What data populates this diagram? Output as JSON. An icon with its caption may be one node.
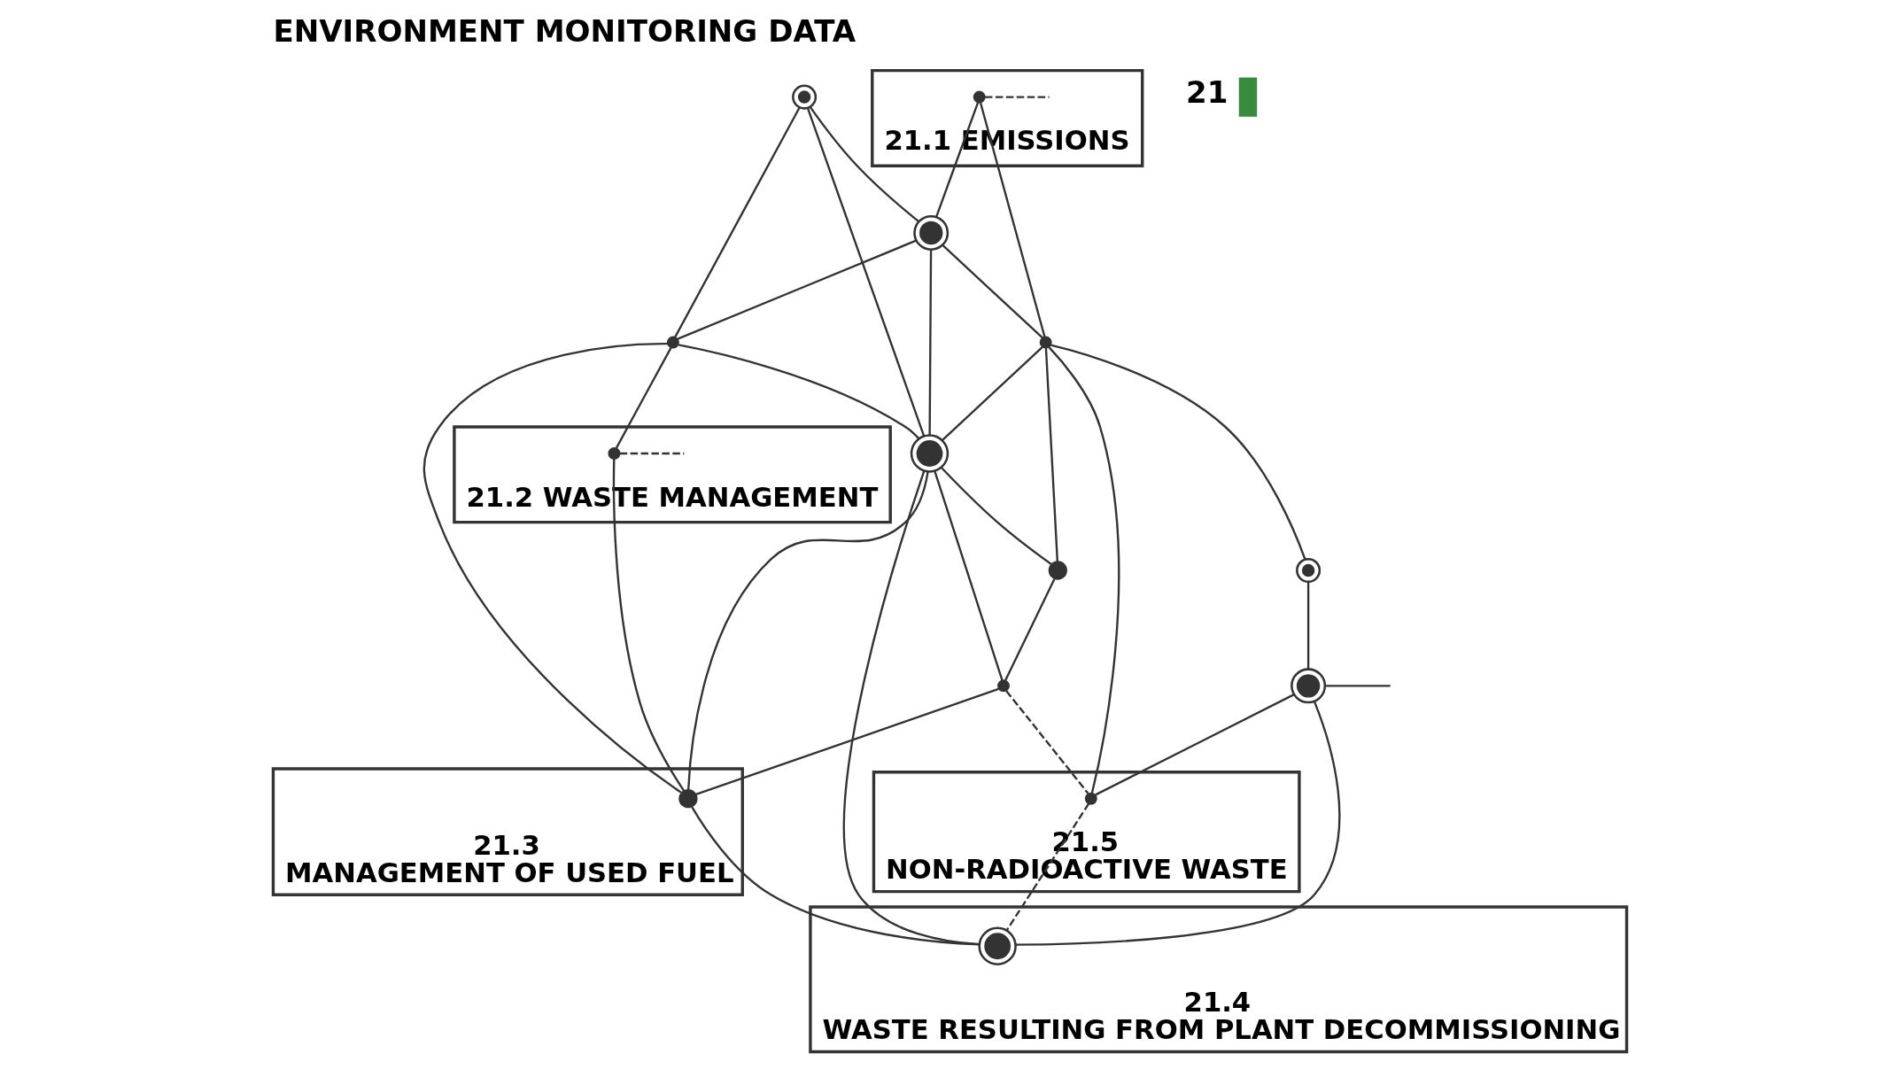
{
  "diagram": {
    "title": "ENVIRONMENT MONITORING DATA",
    "nodes": [
      {
        "text": [],
        "shape": "ring"
      },
      {
        "text": [
          "21.2 WASTE MANAGEMENT"
        ]
      },
      {
        "text": [],
        "shape": "dot",
        "in": 1
      },
      {
        "text": [],
        "shape": "dot"
      },
      {
        "text": [],
        "shape": "ring"
      },
      {
        "text": [
          "21.1 EMISSIONS"
        ]
      },
      {
        "text": [],
        "shape": "dot",
        "in": 5
      },
      {
        "text": [],
        "shape": "ring"
      },
      {
        "text": [
          "21.3",
          "MANAGEMENT OF USED FUEL"
        ]
      },
      {
        "text": [],
        "shape": "dot",
        "in": 8
      },
      {
        "text": [],
        "shape": "dot"
      },
      {
        "text": [],
        "shape": "dot"
      },
      {
        "text": [
          "21.4",
          "WASTE RESULTING FROM PLANT DECOMMISSIONING"
        ]
      },
      {
        "text": [],
        "shape": "ring",
        "in": 12
      },
      {
        "text": [],
        "shape": "ring"
      },
      {
        "text": [],
        "shape": "ring"
      },
      {
        "text": [],
        "shape": "dot"
      },
      {
        "text": [
          "21.5",
          "NON-RADIOACTIVE WASTE"
        ]
      },
      {
        "text": [],
        "shape": "dot",
        "in": 17
      }
    ],
    "edges": [
      {
        "from": 0,
        "to": 4,
        "arrow": "none"
      },
      {
        "from": 0,
        "to": 7,
        "arrow": "none"
      },
      {
        "from": 0,
        "to": 3,
        "arrow": "none"
      },
      {
        "from": 3,
        "to": 9,
        "arrow": "none"
      },
      {
        "from": 9,
        "to": 13,
        "arrow": "none"
      },
      {
        "from": 6,
        "to": 4,
        "arrow": "none"
      },
      {
        "from": 4,
        "to": 3,
        "arrow": "none"
      },
      {
        "from": 3,
        "to": 2,
        "arrow": "none"
      },
      {
        "from": 6,
        "to": 10,
        "arrow": "none"
      },
      {
        "from": 6,
        "to": null,
        "arrow": "none",
        "style": "dashed"
      },
      {
        "from": 4,
        "to": 7,
        "arrow": "none"
      },
      {
        "from": 4,
        "to": 10,
        "arrow": "none"
      },
      {
        "from": 10,
        "to": 16,
        "arrow": "none"
      },
      {
        "from": 3,
        "to": 7,
        "arrow": "none"
      },
      {
        "from": 7,
        "to": 11,
        "arrow": "none"
      },
      {
        "from": 7,
        "to": 9,
        "arrow": "none"
      },
      {
        "from": 7,
        "to": 13,
        "arrow": "none"
      },
      {
        "from": 7,
        "to": 16,
        "arrow": "none"
      },
      {
        "from": 10,
        "to": 7,
        "arrow": "none"
      },
      {
        "from": 10,
        "to": 15,
        "arrow": "none"
      },
      {
        "from": 10,
        "to": 18,
        "arrow": "none"
      },
      {
        "from": 16,
        "to": 11,
        "arrow": "none"
      },
      {
        "from": 11,
        "to": 9,
        "arrow": "none"
      },
      {
        "from": 11,
        "to": 18,
        "arrow": "none",
        "style": "dashed"
      },
      {
        "from": 2,
        "to": 9,
        "arrow": "none"
      },
      {
        "from": 2,
        "to": null,
        "arrow": "none",
        "style": "dashed"
      },
      {
        "from": 15,
        "to": 14,
        "arrow": "none"
      },
      {
        "from": 14,
        "to": 13,
        "arrow": "none"
      },
      {
        "from": 14,
        "to": 18,
        "arrow": "none"
      },
      {
        "from": 14,
        "to": null,
        "arrow": "none"
      },
      {
        "from": 18,
        "to": 13,
        "arrow": "none",
        "style": "dashed"
      }
    ],
    "labels": [
      "21"
    ]
  }
}
